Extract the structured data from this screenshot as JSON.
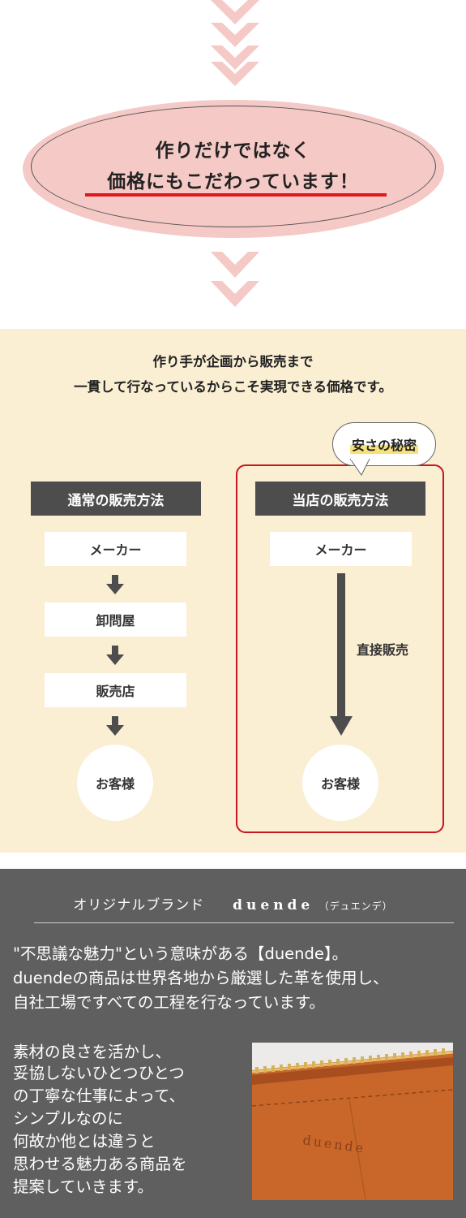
{
  "headline": {
    "line1": "作りだけではなく",
    "line2": "価格にもこだわっています！"
  },
  "intro": {
    "line1": "作り手が企画から販売まで",
    "line2": "一貫して行なっているからこそ実現できる価格です。"
  },
  "badge": "安さの秘密",
  "normal_flow": {
    "title": "通常の販売方法",
    "steps": [
      "メーカー",
      "卸問屋",
      "販売店"
    ],
    "end": "お客様"
  },
  "our_flow": {
    "title": "当店の販売方法",
    "start": "メーカー",
    "arrow_label": "直接販売",
    "end": "お客様"
  },
  "brand": {
    "title_jp": "オリジナルブランド",
    "title_en": "duende",
    "title_reading": "（デュエンデ）",
    "para1": [
      "\"不思議な魅力\"という意味がある【duende】。",
      "duendeの商品は世界各地から厳選した革を使用し、",
      "自社工場ですべての工程を行なっています。"
    ],
    "para2": [
      "素材の良さを活かし、",
      "妥協しないひとつひとつ",
      "の丁寧な仕事によって、",
      "シンプルなのに",
      "何故か他とは違うと",
      "思わせる魅力ある商品を",
      "提案していきます。"
    ],
    "photo_stamp": "duende"
  },
  "colors": {
    "chevron": "#f4c9c6",
    "accent_red": "#e1171d",
    "beige": "#faeed3",
    "dark_label": "#4d4d4d",
    "grey_bg": "#5f5f5f",
    "leather": "#c9672a"
  }
}
